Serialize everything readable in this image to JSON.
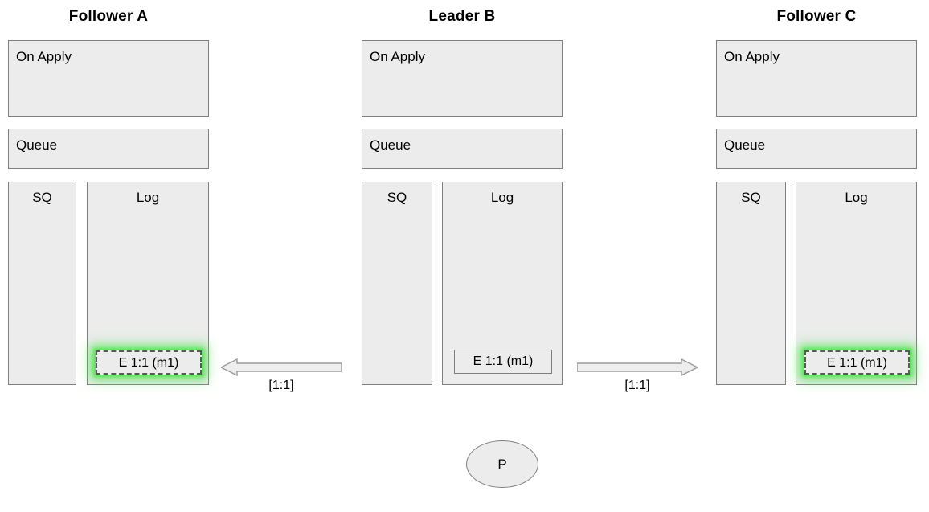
{
  "diagram": {
    "title_row": [
      {
        "id": "follower-a",
        "label": "Follower A"
      },
      {
        "id": "leader-b",
        "label": "Leader B"
      },
      {
        "id": "follower-c",
        "label": "Follower C"
      }
    ],
    "box_labels": {
      "on_apply": "On Apply",
      "queue": "Queue",
      "sq": "SQ",
      "log": "Log"
    },
    "nodes": {
      "follower_a": {
        "title": "Follower A",
        "on_apply": "On Apply",
        "queue": "Queue",
        "sq": "SQ",
        "log": "Log",
        "log_entries": [
          {
            "text": "E 1:1 (m1)",
            "style": "dashed-glow"
          }
        ]
      },
      "leader_b": {
        "title": "Leader B",
        "on_apply": "On Apply",
        "queue": "Queue",
        "sq": "SQ",
        "log": "Log",
        "log_entries": [
          {
            "text": "E 1:1 (m1)",
            "style": "solid"
          }
        ]
      },
      "follower_c": {
        "title": "Follower C",
        "on_apply": "On Apply",
        "queue": "Queue",
        "sq": "SQ",
        "log": "Log",
        "log_entries": [
          {
            "text": "E 1:1 (m1)",
            "style": "dashed-glow"
          }
        ]
      }
    },
    "arrows": [
      {
        "id": "leader-to-follower-a",
        "direction": "left",
        "label": "[1:1]"
      },
      {
        "id": "leader-to-follower-c",
        "direction": "right",
        "label": "[1:1]"
      }
    ],
    "client": {
      "label": "P"
    },
    "colors": {
      "box_fill": "#ececec",
      "box_stroke": "#7f7f7f",
      "entry_dashed_stroke": "#595959",
      "glow": "#55e655",
      "text": "#000000",
      "canvas": "#ffffff"
    }
  }
}
